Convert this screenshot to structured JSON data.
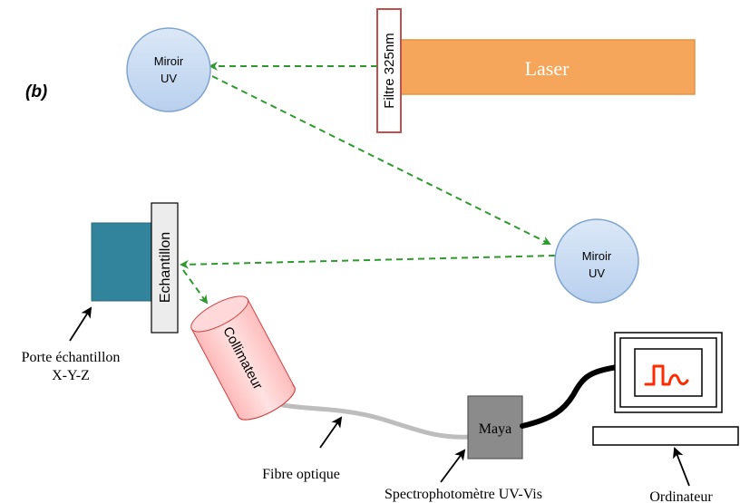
{
  "panel_label": "(b)",
  "laser": {
    "label": "Laser",
    "color": "#f6a65a"
  },
  "filter": {
    "label": "Filtre 325nm",
    "border_color": "#c0504d"
  },
  "mirror_top": {
    "line1": "Miroir",
    "line2": "UV"
  },
  "mirror_bottom": {
    "line1": "Miroir",
    "line2": "UV"
  },
  "sample": {
    "label": "Echantillon",
    "block_color": "#31849b"
  },
  "holder": {
    "line1": "Porte échantillon",
    "line2": "X-Y-Z"
  },
  "collimator": {
    "label": "Collimateur",
    "color": "#ffcfcf"
  },
  "fiber": {
    "label": "Fibre optique"
  },
  "spectro": {
    "box_label": "Maya",
    "caption": "Spectrophotomètre UV-Vis"
  },
  "computer": {
    "label": "Ordinateur"
  },
  "colors": {
    "beam": "#2e9a2e",
    "mirror_fill": "#cfe1f5",
    "mirror_stroke": "#7fa3cf",
    "signal": "#ff2a00"
  }
}
